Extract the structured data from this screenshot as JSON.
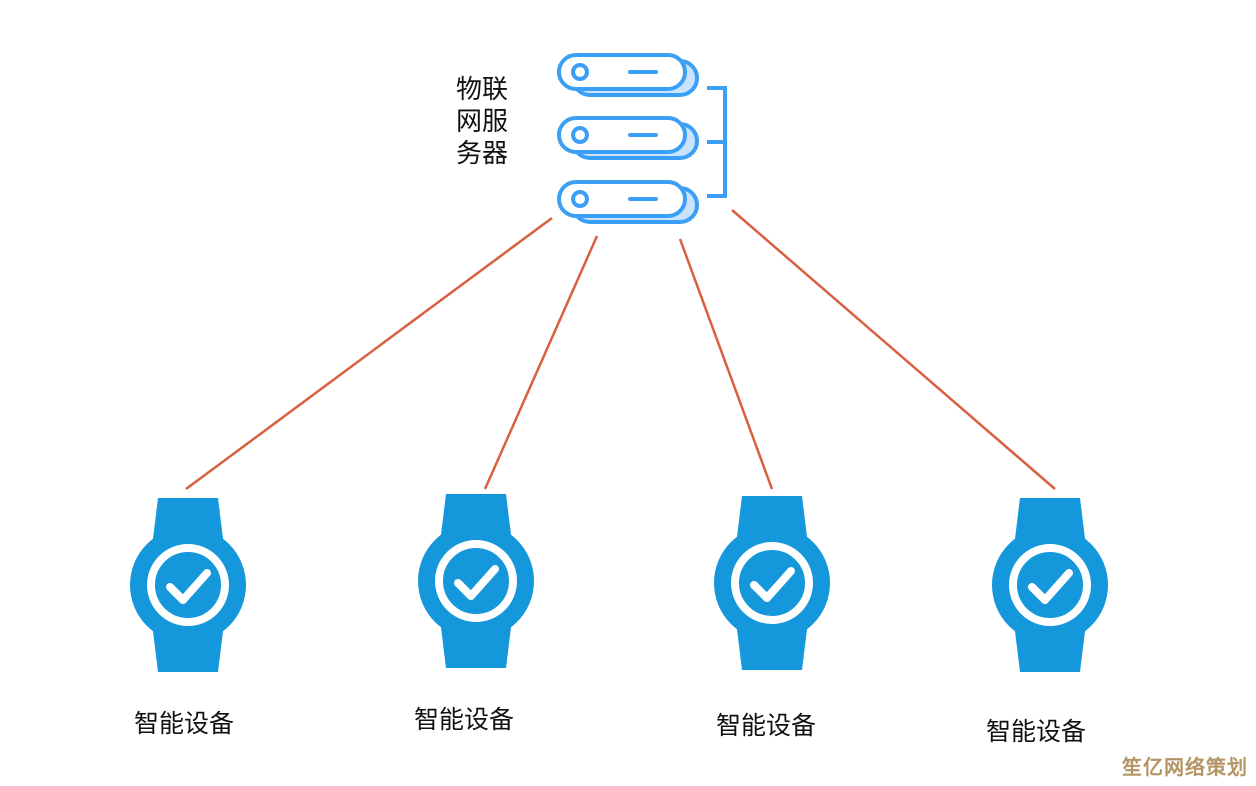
{
  "server": {
    "label_lines": [
      "物联",
      "网服",
      "务器"
    ],
    "icon": "server-stack-icon",
    "units": 3
  },
  "devices": [
    {
      "label": "智能设备",
      "icon": "smartwatch-check-icon"
    },
    {
      "label": "智能设备",
      "icon": "smartwatch-check-icon"
    },
    {
      "label": "智能设备",
      "icon": "smartwatch-check-icon"
    },
    {
      "label": "智能设备",
      "icon": "smartwatch-check-icon"
    }
  ],
  "connections": [
    {
      "from": "server",
      "to": "device-1"
    },
    {
      "from": "server",
      "to": "device-2"
    },
    {
      "from": "server",
      "to": "device-3"
    },
    {
      "from": "server",
      "to": "device-4"
    }
  ],
  "watermark": "笙亿网络策划",
  "colors": {
    "server_stroke": "#3a9ff5",
    "server_fill": "#c9e3fb",
    "watch": "#1597dc",
    "line": "#d9603e",
    "watermark": "#b59466"
  }
}
